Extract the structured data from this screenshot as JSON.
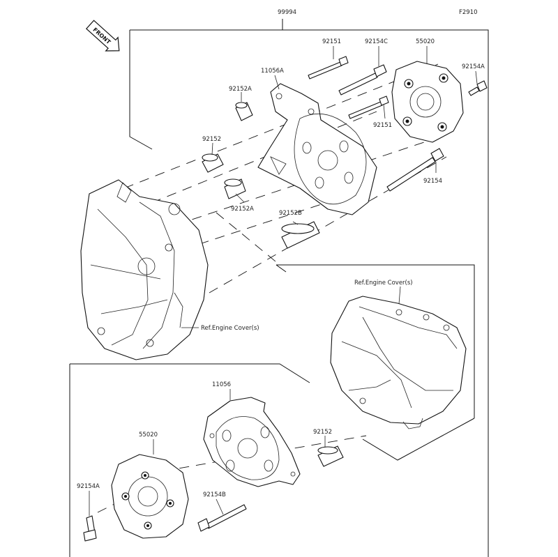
{
  "figure_id": "F2910",
  "front_marker": "FRONT",
  "labels": {
    "assembly": "99994",
    "bolt_top_1": "92151",
    "bolt_c": "92154C",
    "slider_top": "55020",
    "bolt_a_top": "92154A",
    "bracket_a": "11056A",
    "collar_a_1": "92152A",
    "bolt_top_2": "92151",
    "collar_1": "92152",
    "bolt_long": "92154",
    "collar_a_2": "92152A",
    "collar_b": "92152B",
    "ref_cover_right": "Ref.Engine Cover(s)",
    "ref_cover_left": "Ref.Engine Cover(s)",
    "bracket": "11056",
    "slider_bottom": "55020",
    "collar_2": "92152",
    "bolt_a_bottom": "92154A",
    "bolt_b": "92154B"
  }
}
